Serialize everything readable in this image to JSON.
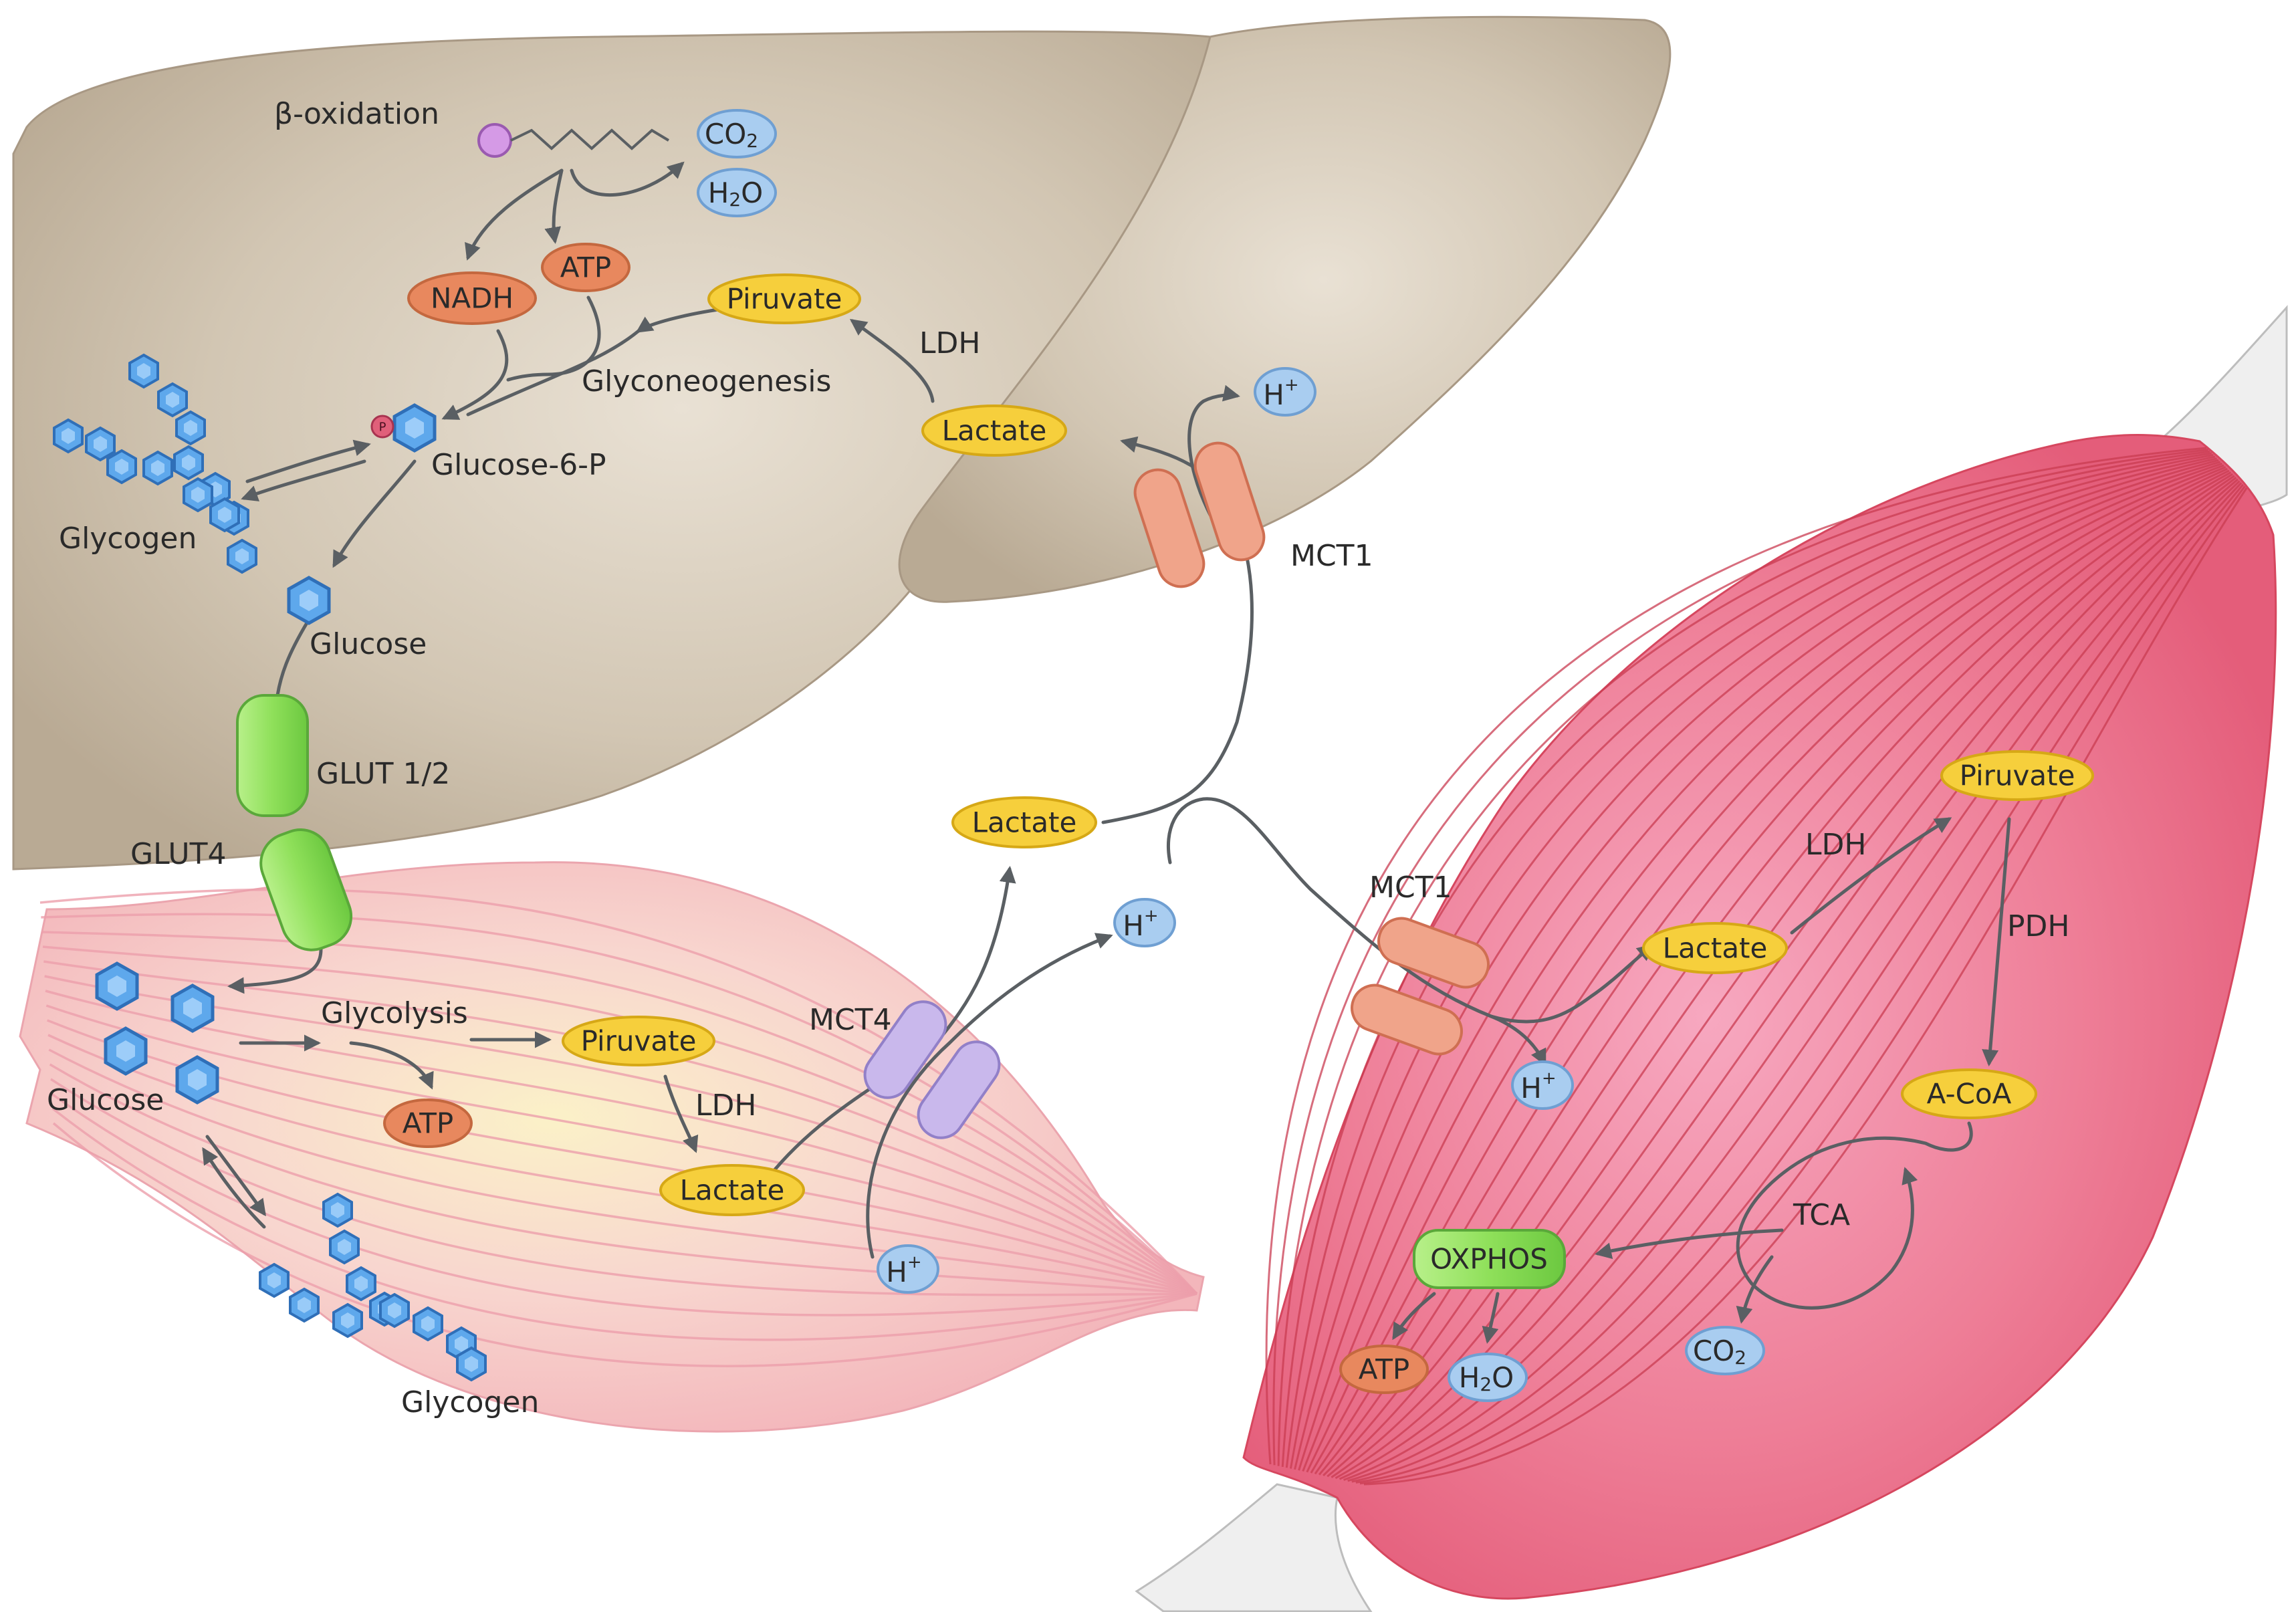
{
  "labels": {
    "beta_oxidation": "β-oxidation",
    "co2": "CO",
    "co2_sub": "2",
    "h2o_pre": "H",
    "h2o_sub": "2",
    "h2o_post": "O",
    "nadh": "NADH",
    "atp": "ATP",
    "piruvate": "Piruvate",
    "ldh": "LDH",
    "glyconeogenesis": "Glyconeogenesis",
    "lactate": "Lactate",
    "h_plus": "H",
    "h_plus_sup": "+",
    "phosphate": "P",
    "glucose_6_p": "Glucose-6-P",
    "glycogen": "Glycogen",
    "glucose": "Glucose",
    "glut12": "GLUT 1/2",
    "glut4": "GLUT4",
    "mct1": "MCT1",
    "mct4": "MCT4",
    "glycolysis": "Glycolysis",
    "pdh": "PDH",
    "acoa": "A-CoA",
    "tca": "TCA",
    "oxphos": "OXPHOS"
  },
  "colors": {
    "liver": "#c8bba8",
    "orange_pill": "#e8885e",
    "yellow_pill": "#f6cf3c",
    "blue_pill": "#a9cdf0",
    "green": "#8fe05a",
    "mct1": "#f0a48a",
    "mct4": "#c9b8ec",
    "arrow": "#5a5f63"
  }
}
